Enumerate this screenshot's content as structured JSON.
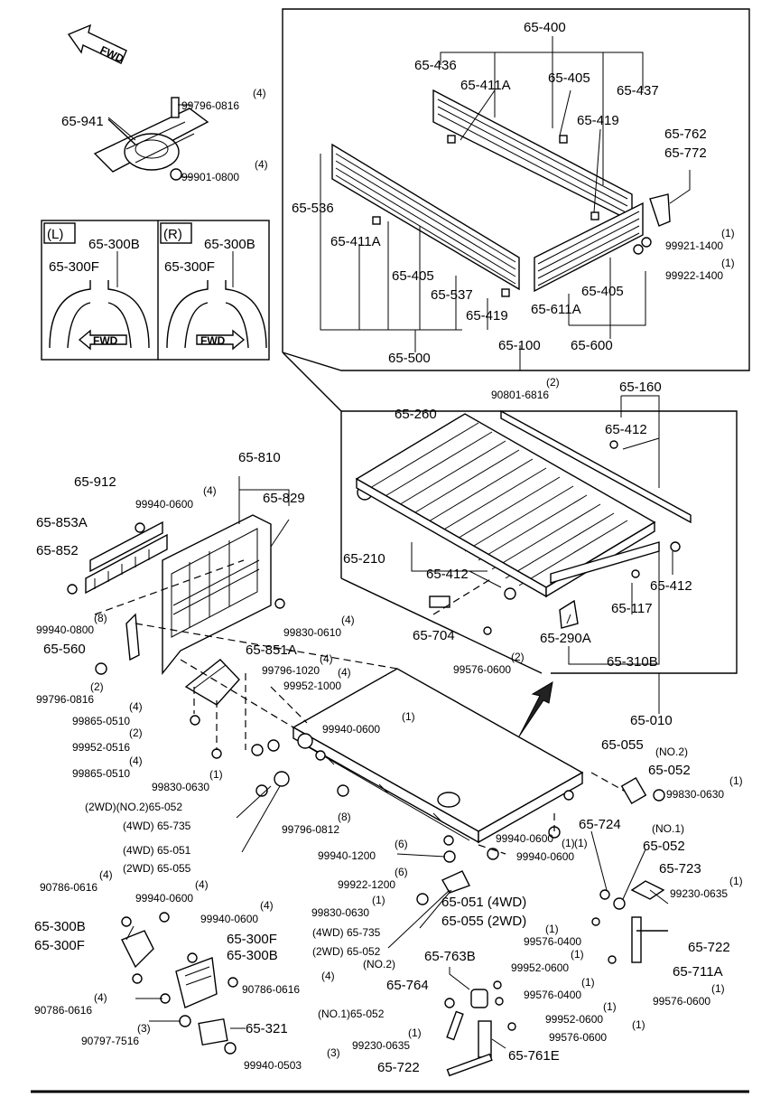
{
  "fwd_label": "FWD",
  "legend": {
    "left_tag": "(L)",
    "right_tag": "(R)",
    "left_part_b": "65-300B",
    "left_part_f": "65-300F",
    "right_part_b": "65-300B",
    "right_part_f": "65-300F",
    "fwd": "FWD"
  },
  "labels": [
    "65-941",
    "99796-0816",
    "(4)",
    "99901-0800",
    "(4)",
    "65-400",
    "65-436",
    "65-411A",
    "65-405",
    "65-437",
    "65-419",
    "65-762",
    "65-772",
    "65-536",
    "65-411A",
    "99921-1400",
    "(1)",
    "99922-1400",
    "(1)",
    "65-405",
    "65-537",
    "65-405",
    "65-419",
    "65-611A",
    "65-500",
    "65-100",
    "65-600",
    "90801-6816",
    "(2)",
    "65-160",
    "65-260",
    "65-412",
    "65-810",
    "65-912",
    "99940-0600",
    "(4)",
    "65-829",
    "65-853A",
    "65-852",
    "65-210",
    "65-412",
    "65-412",
    "99940-0800",
    "(8)",
    "65-117",
    "65-704",
    "99830-0610",
    "(4)",
    "65-290A",
    "65-560",
    "65-851A",
    "(4)",
    "99796-1020",
    "(4)",
    "99576-0600",
    "(2)",
    "65-310B",
    "99952-1000",
    "99796-0816",
    "(2)",
    "(4)",
    "99865-0510",
    "(2)",
    "99952-0516",
    "(4)",
    "99865-0510",
    "99940-0600",
    "(1)",
    "65-010",
    "99830-0630",
    "(1)",
    "(2WD)(NO.2)65-052",
    "(4WD) 65-735",
    "99796-0812",
    "(8)",
    "65-055",
    "(NO.2)",
    "65-052",
    "99830-0630",
    "(1)",
    "(4WD) 65-051",
    "(2WD) 65-055",
    "99940-1200",
    "(6)",
    "99922-1200",
    "(6)",
    "99940-0600",
    "(1)",
    "99940-0600",
    "(1)",
    "65-724",
    "(NO.1)",
    "65-052",
    "65-723",
    "99230-0635",
    "(1)",
    "90786-0616",
    "(4)",
    "99940-0600",
    "(4)",
    "99830-0630",
    "(1)",
    "65-051 (4WD)",
    "65-055 (2WD)",
    "65-300B",
    "65-300F",
    "99940-0600",
    "(4)",
    "65-300F",
    "65-300B",
    "(4WD) 65-735",
    "99576-0400",
    "(1)",
    "65-722",
    "(2WD) 65-052",
    "(NO.2)",
    "99952-0600",
    "(1)",
    "65-711A",
    "90786-0616",
    "(4)",
    "65-763B",
    "99576-0600",
    "(1)",
    "90786-0616",
    "(4)",
    "65-764",
    "99576-0400",
    "(1)",
    "(NO.1)65-052",
    "99952-0600",
    "(1)",
    "90797-7516",
    "(3)",
    "65-321",
    "99230-0635",
    "(1)",
    "99576-0600",
    "(1)",
    "99940-0503",
    "(3)",
    "65-722",
    "65-761E"
  ]
}
